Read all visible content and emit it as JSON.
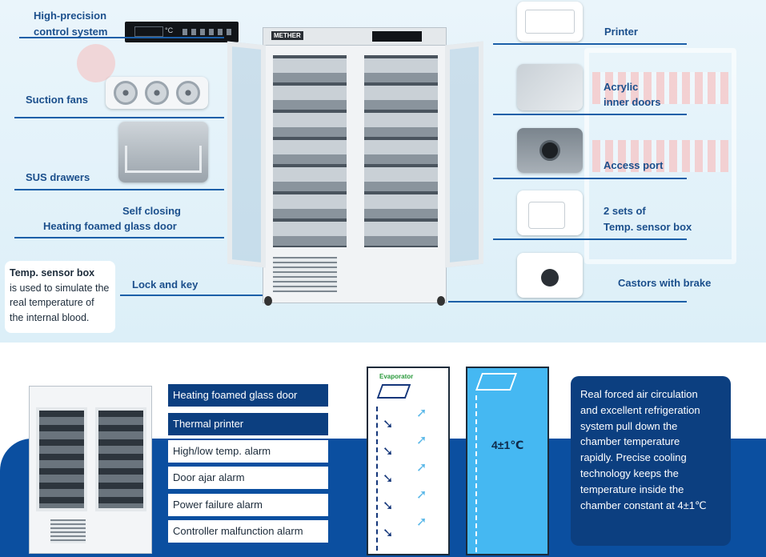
{
  "labels": {
    "high_precision_1": "High-precision",
    "high_precision_2": "control system",
    "suction_fans": "Suction fans",
    "sus_drawers": "SUS drawers",
    "self_closing_1": "Self closing",
    "self_closing_2": "Heating foamed glass door",
    "lock_and_key": "Lock and key",
    "printer": "Printer",
    "acrylic_1": "Acrylic",
    "acrylic_2": "inner doors",
    "access_port": "Access port",
    "sensor_sets_1": "2 sets of",
    "sensor_sets_2": "Temp. sensor box",
    "castors": "Castors with brake"
  },
  "control_panel": {
    "unit": "°C"
  },
  "fridge": {
    "brand": "METHER"
  },
  "sensor_note": {
    "title": "Temp. sensor box",
    "line1": "is used to simulate the",
    "line2": "real temperature of",
    "line3": "the internal blood."
  },
  "features": [
    {
      "label": "Heating foamed glass door",
      "style": "dark"
    },
    {
      "label": "Thermal printer",
      "style": "dark"
    },
    {
      "label": "High/low temp. alarm",
      "style": "light"
    },
    {
      "label": "Door ajar alarm",
      "style": "light"
    },
    {
      "label": "Power failure alarm",
      "style": "light"
    },
    {
      "label": "Controller malfunction alarm",
      "style": "light"
    }
  ],
  "diagram": {
    "evaporator": "Evaporator",
    "temperature": "4±1℃"
  },
  "info": {
    "l1": "Real forced air circulation",
    "l2": "and excellent refrigeration",
    "l3": "system pull down the",
    "l4": "chamber temperature",
    "l5": "rapidly. Precise cooling",
    "l6": "technology keeps the",
    "l7": "temperature inside the",
    "l8": "chamber constant at 4±1℃"
  },
  "colors": {
    "label_blue": "#1b4f8c",
    "band_blue": "#0b4fa0",
    "dark_blue": "#0c3f80",
    "chamber_blue": "#45b8f2"
  }
}
